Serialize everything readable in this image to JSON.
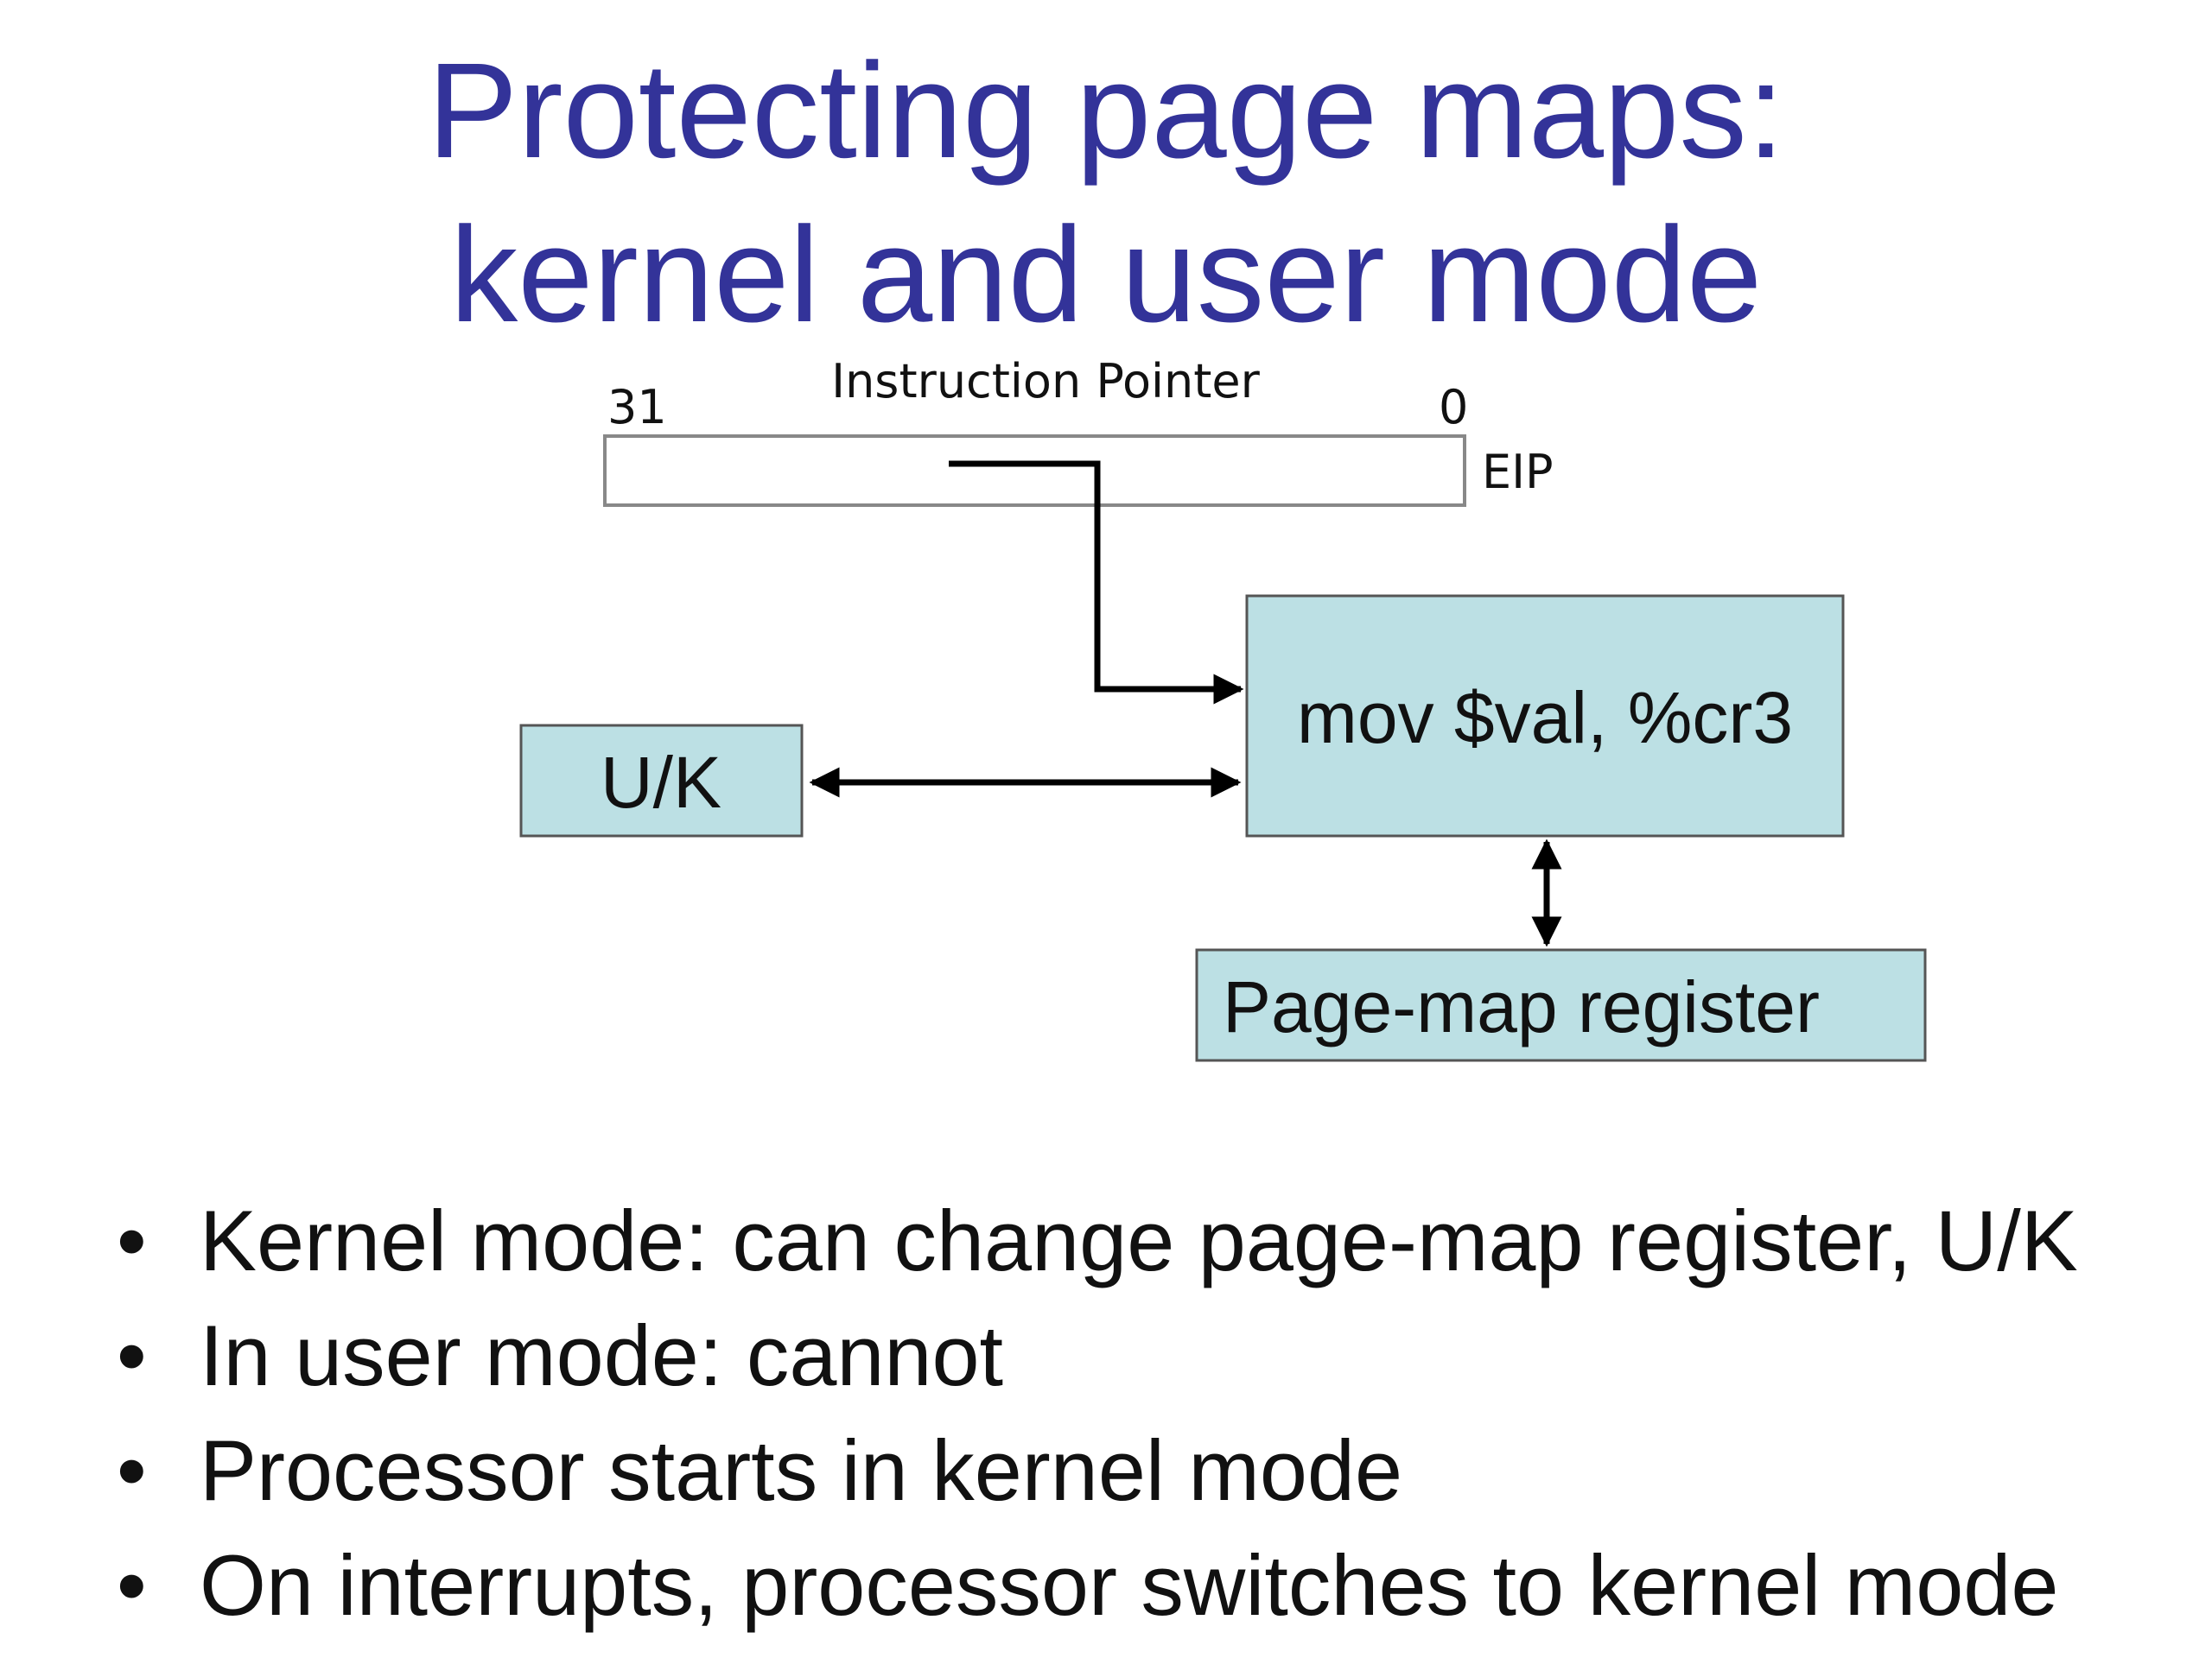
{
  "slide": {
    "title_line1": "Protecting page maps:",
    "title_line2": "kernel and user mode"
  },
  "diagram": {
    "ip_label": "Instruction Pointer",
    "bit_high": "31",
    "bit_low": "0",
    "eip_label": "EIP",
    "mov_box": "mov $val, %cr3",
    "uk_box": "U/K",
    "pmr_box": "Page-map register",
    "box_fill": "#bce0e4",
    "line_color": "#000000"
  },
  "bullets": {
    "items": [
      "Kernel mode: can change page-map register, U/K",
      "In user mode: cannot",
      "Processor starts in kernel mode",
      "On interrupts, processor switches to kernel mode"
    ]
  }
}
